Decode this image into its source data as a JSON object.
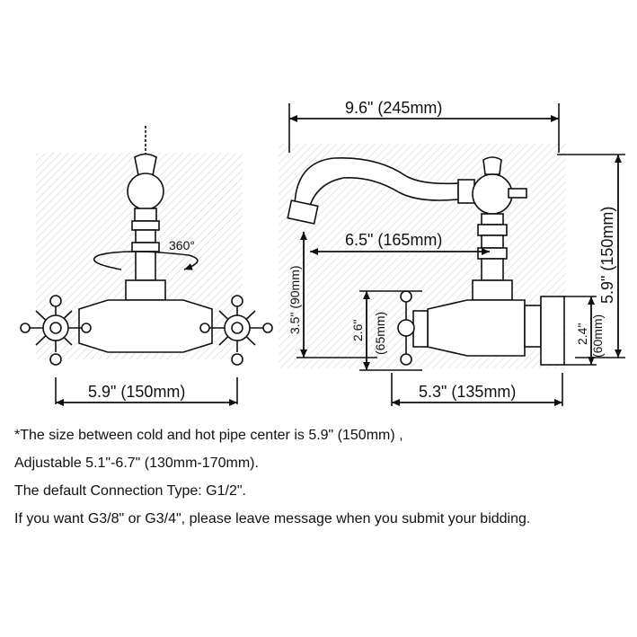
{
  "colors": {
    "ink": "#111111",
    "background": "#ffffff",
    "hatch": "#9a9a9a"
  },
  "diagram": {
    "front_view": {
      "rotation_label": "360°",
      "width_label": "5.9\" (150mm)"
    },
    "side_view": {
      "spout_reach_label": "9.6\" (245mm)",
      "spout_offset_label": "6.5\" (165mm)",
      "spout_height_label": "3.5\" (90mm)",
      "total_height_label": "5.9\" (150mm)",
      "body_height_label_top": "2.6\"",
      "body_height_label_bottom": "(65mm)",
      "flange_height_label_top": "2.4\"",
      "flange_height_label_bottom": "(60mm)",
      "depth_label": "5.3\" (135mm)"
    }
  },
  "notes": [
    "*The size between cold and hot pipe center is 5.9\" (150mm) ,",
    "Adjustable 5.1\"-6.7\" (130mm-170mm).",
    "The default Connection Type: G1/2\".",
    "If you want G3/8\" or G3/4\", please leave message when you submit your bidding."
  ]
}
